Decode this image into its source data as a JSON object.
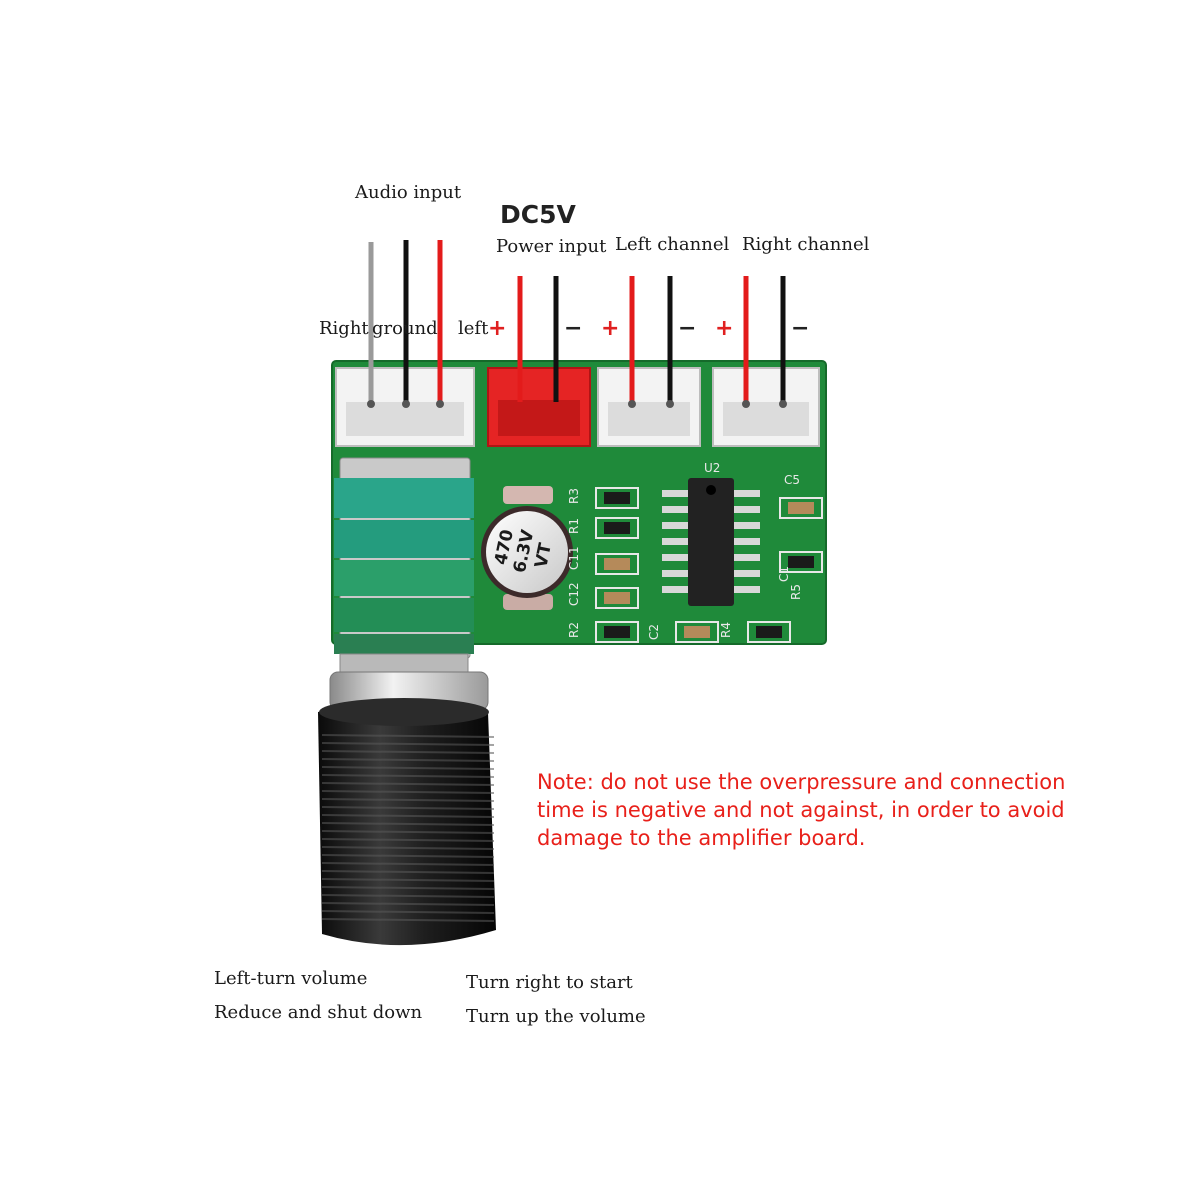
{
  "labels": {
    "audio_input": "Audio input",
    "dc5v": "DC5V",
    "power_input": "Power input",
    "left_channel": "Left channel",
    "right_channel": "Right channel",
    "right": "Right",
    "ground": "ground",
    "left": "left",
    "plus": "+",
    "minus": "−"
  },
  "board": {
    "capacitor_text": [
      "470",
      "6.3V",
      "VT"
    ],
    "silkscreen": [
      "U2",
      "R3",
      "R1",
      "C11",
      "C12",
      "R2",
      "C5",
      "R4",
      "C1",
      "C2",
      "R5"
    ]
  },
  "note": {
    "line1": "Note: do not use the overpressure and connection",
    "line2": "time is negative and not against, in order to avoid",
    "line3": "damage to the amplifier board."
  },
  "knob": {
    "left_line1": "Left-turn volume",
    "left_line2": "Reduce and shut down",
    "right_line1": "Turn right to start",
    "right_line2": "Turn up the volume"
  },
  "colors": {
    "pcb": "#1f8a3a",
    "wire_red": "#e31b1b",
    "wire_black": "#111111",
    "wire_gray": "#9a9a9a",
    "note_red": "#e8201a"
  }
}
